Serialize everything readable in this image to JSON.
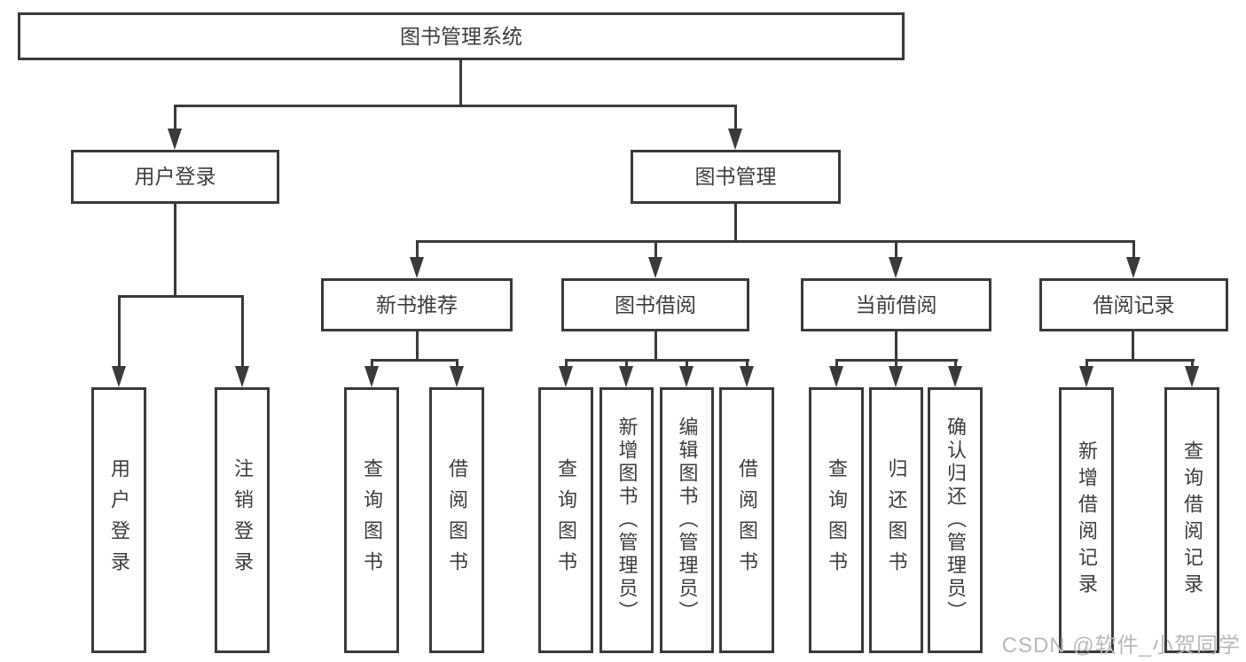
{
  "diagram": {
    "root": {
      "label": "图书管理系统"
    },
    "level2": [
      {
        "label": "用户登录"
      },
      {
        "label": "图书管理"
      }
    ],
    "level3": [
      {
        "label": "新书推荐"
      },
      {
        "label": "图书借阅"
      },
      {
        "label": "当前借阅"
      },
      {
        "label": "借阅记录"
      }
    ],
    "leaves": {
      "user_login": [
        {
          "label": "用户登录"
        },
        {
          "label": "注销登录"
        }
      ],
      "new_book": [
        {
          "label": "查询图书"
        },
        {
          "label": "借阅图书"
        }
      ],
      "book_borrow": [
        {
          "label": "查询图书"
        },
        {
          "label": "新增图书（管理员）"
        },
        {
          "label": "编辑图书（管理员）"
        },
        {
          "label": "借阅图书"
        }
      ],
      "current_borrow": [
        {
          "label": "查询图书"
        },
        {
          "label": "归还图书"
        },
        {
          "label": "确认归还（管理员）"
        }
      ],
      "borrow_record": [
        {
          "label": "新增借阅记录"
        },
        {
          "label": "查询借阅记录"
        }
      ]
    }
  },
  "watermark": {
    "text": "CSDN @软件_小贺同学"
  },
  "colors": {
    "line": "#3a3a3a",
    "text": "#3d3d3d",
    "background": "#ffffff",
    "watermark": "#b9b9b9"
  }
}
